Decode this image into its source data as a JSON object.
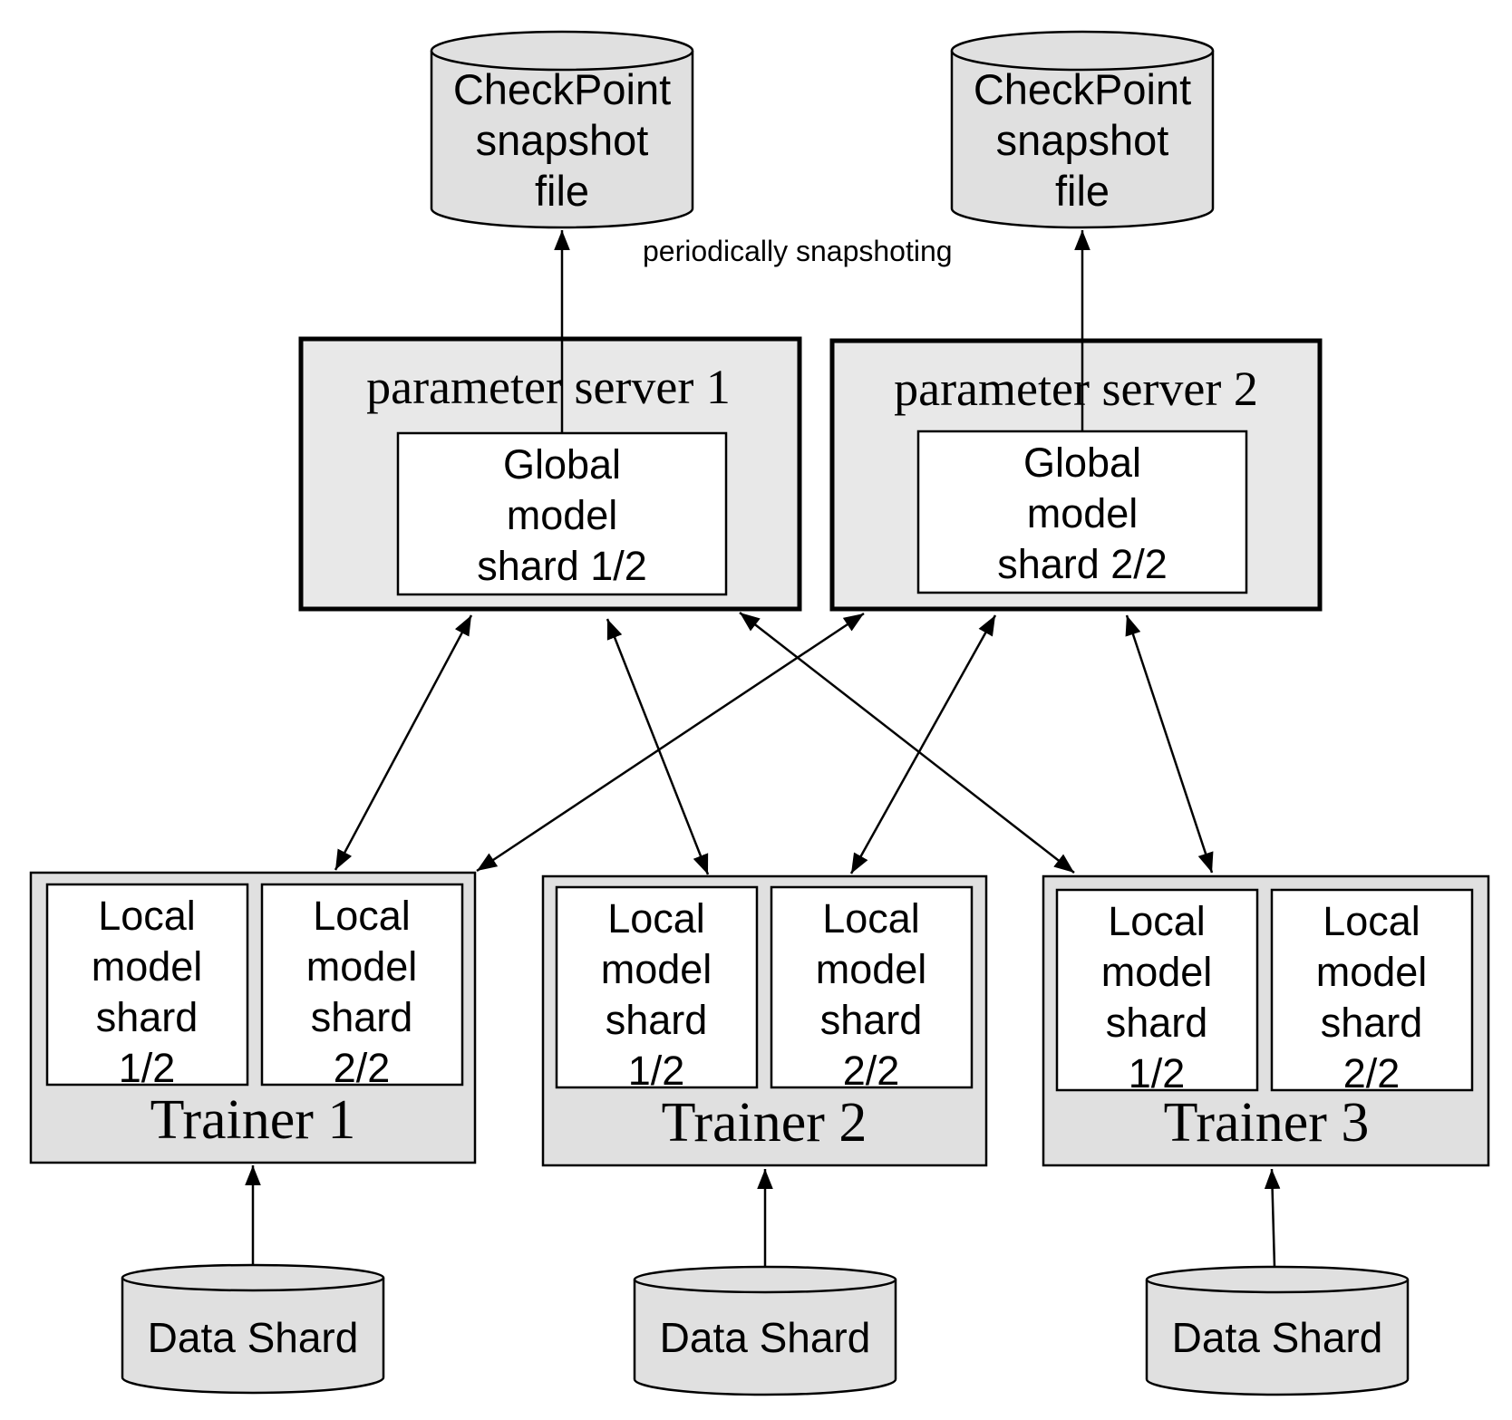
{
  "checkpoints": [
    {
      "lines": [
        "CheckPoint",
        "snapshot",
        "file"
      ]
    },
    {
      "lines": [
        "CheckPoint",
        "snapshot",
        "file"
      ]
    }
  ],
  "snapshot_label": "periodically snapshoting",
  "parameter_servers": [
    {
      "title": "parameter server 1",
      "shard_lines": [
        "Global",
        "model",
        "shard 1/2"
      ]
    },
    {
      "title": "parameter server 2",
      "shard_lines": [
        "Global",
        "model",
        "shard 2/2"
      ]
    }
  ],
  "trainers": [
    {
      "title": "Trainer 1",
      "shards": [
        [
          "Local",
          "model",
          "shard",
          "1/2"
        ],
        [
          "Local",
          "model",
          "shard",
          "2/2"
        ]
      ]
    },
    {
      "title": "Trainer 2",
      "shards": [
        [
          "Local",
          "model",
          "shard",
          "1/2"
        ],
        [
          "Local",
          "model",
          "shard",
          "2/2"
        ]
      ]
    },
    {
      "title": "Trainer 3",
      "shards": [
        [
          "Local",
          "model",
          "shard",
          "1/2"
        ],
        [
          "Local",
          "model",
          "shard",
          "2/2"
        ]
      ]
    }
  ],
  "data_shards": [
    {
      "label": "Data Shard"
    },
    {
      "label": "Data Shard"
    },
    {
      "label": "Data Shard"
    }
  ],
  "colors": {
    "container_fill": "#e0e0e0",
    "server_fill": "#e8e8e8",
    "box_fill": "#ffffff",
    "stroke": "#000000"
  }
}
